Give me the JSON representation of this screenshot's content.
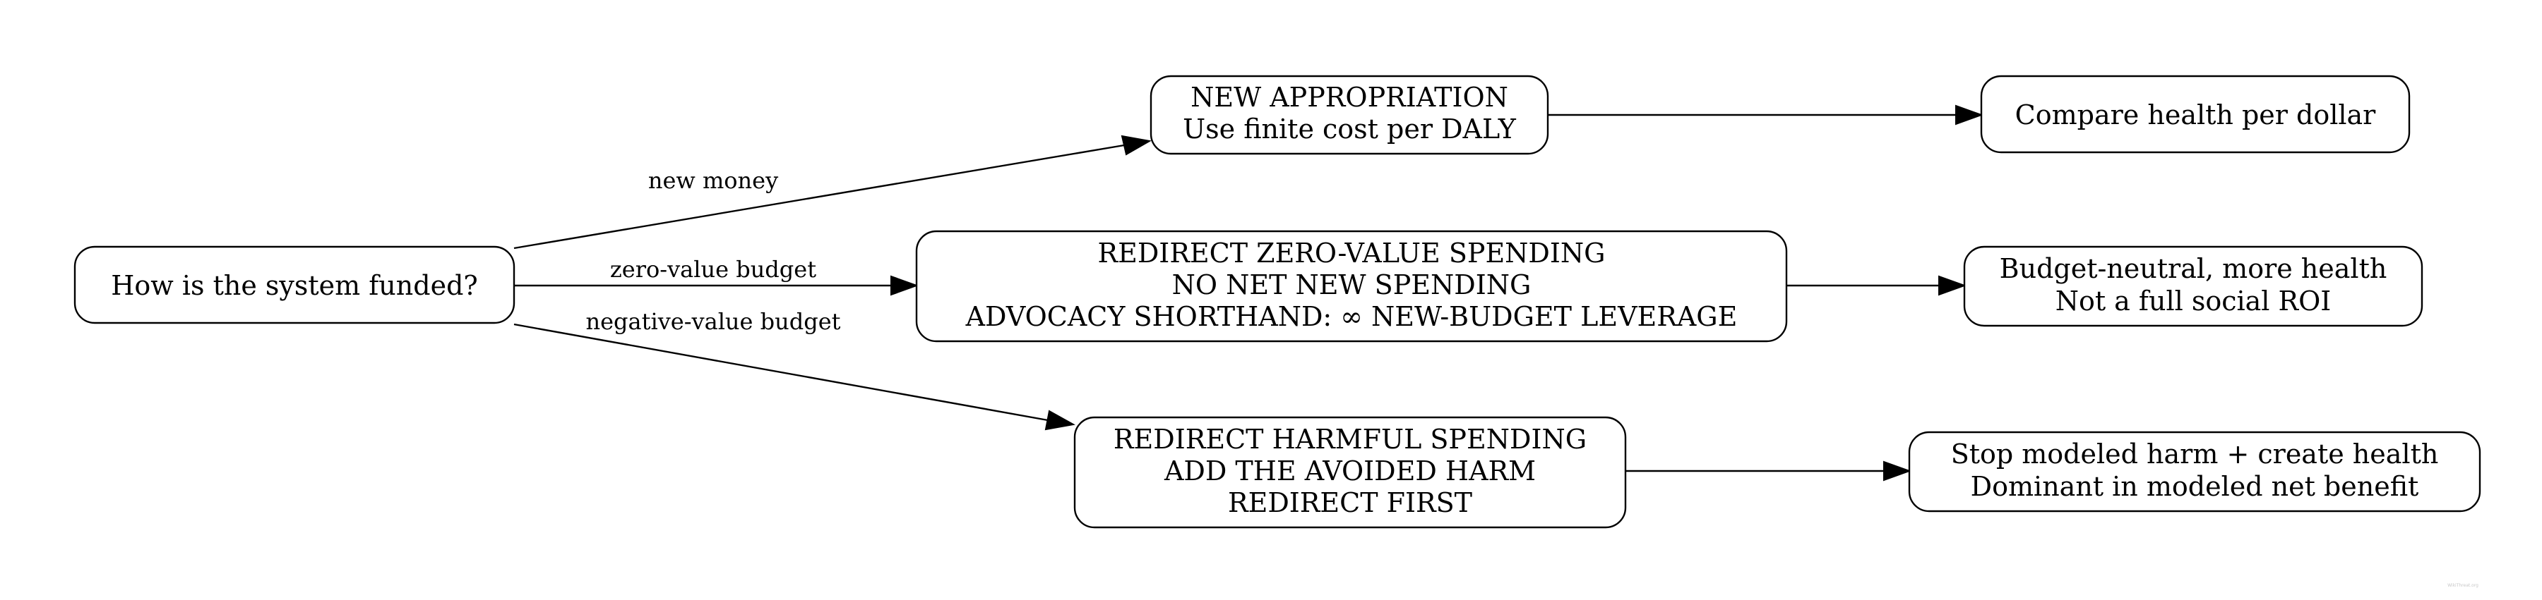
{
  "nodes": {
    "start": {
      "lines": [
        "How is the system funded?"
      ]
    },
    "new_appropriation": {
      "lines": [
        "NEW APPROPRIATION",
        "Use finite cost per DALY"
      ]
    },
    "redirect_zero": {
      "lines": [
        "REDIRECT ZERO-VALUE SPENDING",
        "NO NET NEW SPENDING",
        "ADVOCACY SHORTHAND: ∞ NEW-BUDGET LEVERAGE"
      ]
    },
    "redirect_harmful": {
      "lines": [
        "REDIRECT HARMFUL SPENDING",
        "ADD THE AVOIDED HARM",
        "REDIRECT FIRST"
      ]
    },
    "compare": {
      "lines": [
        "Compare health per dollar"
      ]
    },
    "budget_neutral": {
      "lines": [
        "Budget-neutral, more health",
        "Not a full social ROI"
      ]
    },
    "stop_harm": {
      "lines": [
        "Stop modeled harm + create health",
        "Dominant in modeled net benefit"
      ]
    }
  },
  "edges": {
    "new_money": "new money",
    "zero_value": "zero-value budget",
    "negative_value": "negative-value budget"
  },
  "watermark": "WikiThreat.org"
}
